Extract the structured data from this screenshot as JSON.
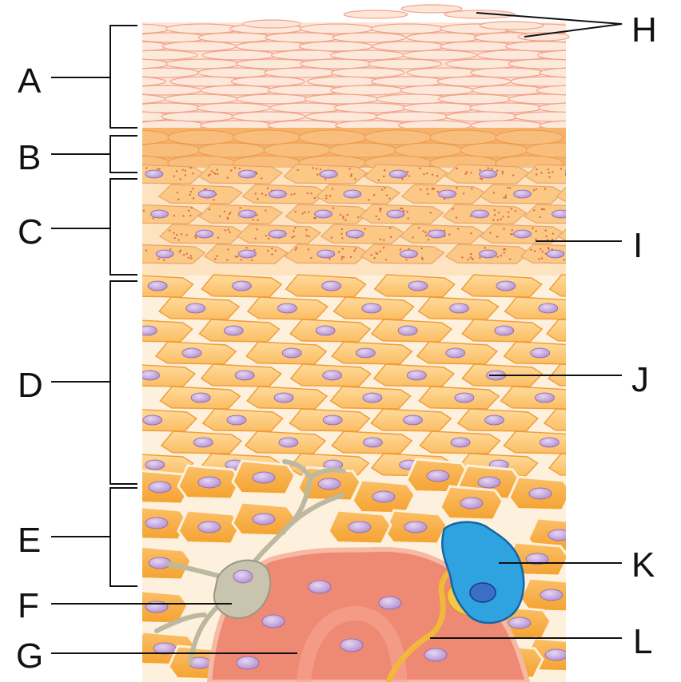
{
  "labels": {
    "A": "A",
    "B": "B",
    "C": "C",
    "D": "D",
    "E": "E",
    "F": "F",
    "G": "G",
    "H": "H",
    "I": "I",
    "J": "J",
    "K": "K",
    "L": "L"
  },
  "colors": {
    "corneum": "#fde6d8",
    "corneum_line": "#f0a48a",
    "lucidum": "#f7b26a",
    "granulosum": "#fbc985",
    "granule_dot": "#e0684a",
    "spinosum": "#fdca78",
    "spinosum_line": "#ef9c3a",
    "basale": "#f6a73a",
    "nucleus": "#c9a8de",
    "nucleus_line": "#8a62b0",
    "dermis_papilla": "#ee8a74",
    "merkel_cell": "#c9c4ae",
    "melanocyte": "#2ea3df",
    "nerve": "#f3b73a"
  }
}
